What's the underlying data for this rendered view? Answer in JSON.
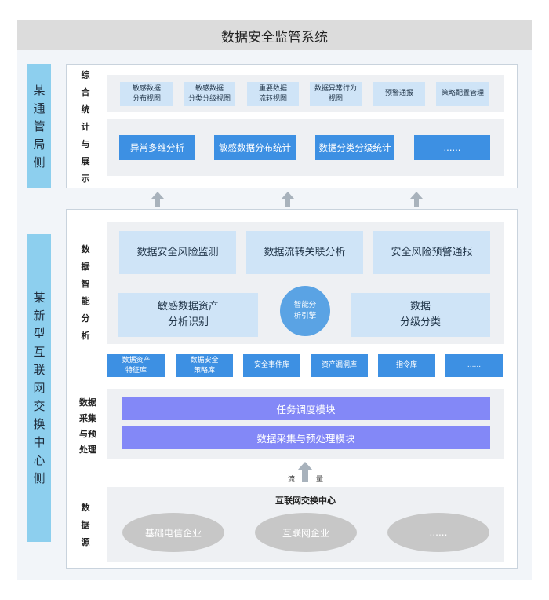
{
  "title": "数据安全监管系统",
  "side_labels": {
    "top": "某通管局侧",
    "bottom": "某新型互联网交换中心侧"
  },
  "sections": {
    "stats": {
      "label": "综合统计与展示",
      "top_row": [
        "敏感数据\n分布视图",
        "敏感数据\n分类分级视图",
        "重要数据\n流转视图",
        "数据异常行为\n视图",
        "预警通报",
        "策略配置管理"
      ],
      "bottom_row": [
        "异常多维分析",
        "敏感数据分布统计",
        "数据分类分级统计",
        "......"
      ]
    },
    "analysis": {
      "label": "数据智能分析",
      "row1": [
        "数据安全风险监测",
        "数据流转关联分析",
        "安全风险预警通报"
      ],
      "row2_left": "敏感数据资产\n分析识别",
      "engine": "智能分\n析引擎",
      "row2_right": "数据\n分级分类",
      "libraries": [
        "数据资产\n特征库",
        "数据安全\n策略库",
        "安全事件库",
        "资产漏洞库",
        "指令库",
        "......"
      ]
    },
    "collection": {
      "label": "数据采集与预处理",
      "modules": [
        "任务调度模块",
        "数据采集与预处理模块"
      ]
    },
    "source": {
      "label": "数据源",
      "center_title": "互联网交换中心",
      "flow_left": "流",
      "flow_right": "量",
      "ovals": [
        "基础电信企业",
        "互联网企业",
        "......"
      ]
    }
  },
  "colors": {
    "side": "#8dcfee",
    "light_box": "#cfe4f7",
    "blue_box": "#3d90e3",
    "purple_box": "#8388f7",
    "oval": "#c7c7c7",
    "arrow": "#a8b2bc"
  }
}
